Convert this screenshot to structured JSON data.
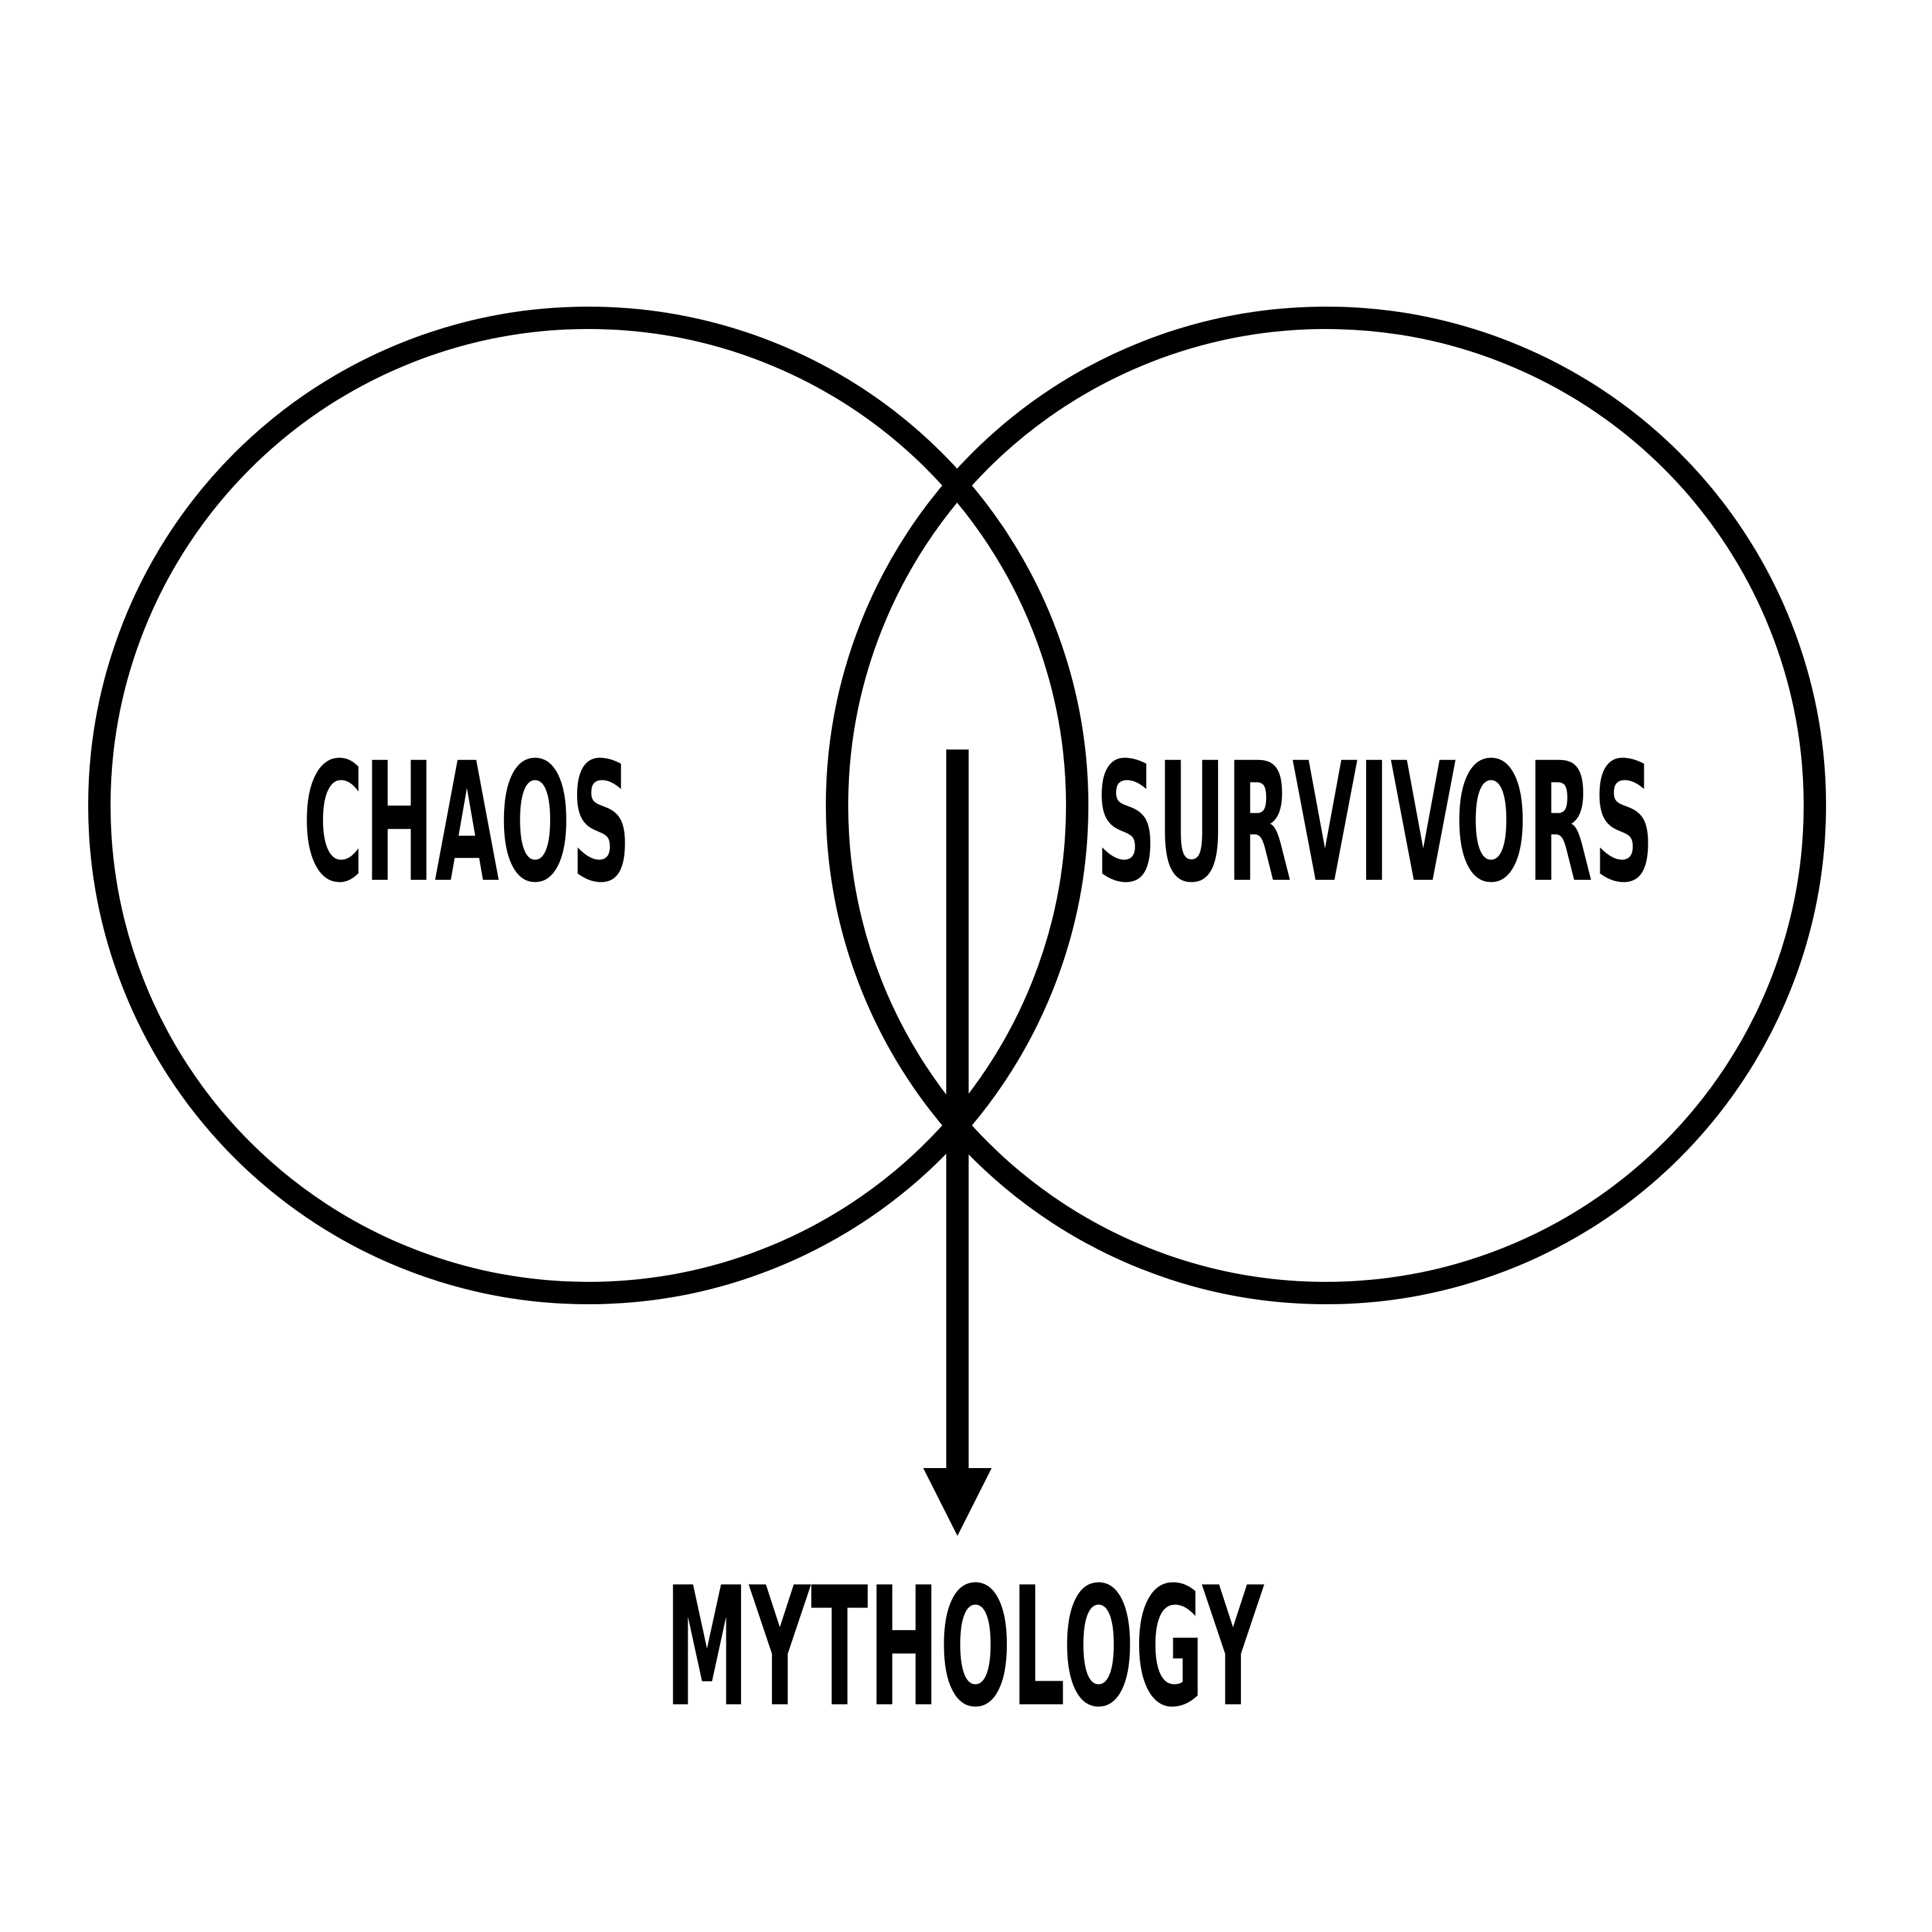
{
  "diagram": {
    "left_circle_label": "CHAOS",
    "right_circle_label": "SURVIVORS",
    "result_label": "MYTHOLOGY"
  },
  "colors": {
    "background": "#ffffff",
    "stroke": "#000000"
  }
}
